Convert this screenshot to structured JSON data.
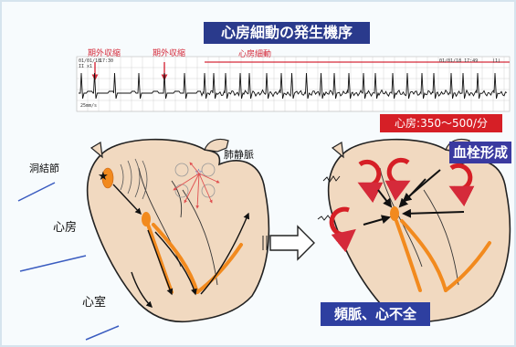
{
  "title": "心房細動の発生機序",
  "ecg": {
    "label_ext1": "期外収縮",
    "label_ext2": "期外収縮",
    "label_af": "心房細動",
    "timestamp_left_date": "01/01/18",
    "timestamp_left_time": "17:30",
    "lead": "II x1",
    "timestamp_right": "01/01/18  17:49",
    "page": "(1)",
    "speed": "25mm/s",
    "colors": {
      "label": "#d52a3a",
      "trace": "#111111",
      "grid": "#b8b8b8"
    }
  },
  "normal_heart": {
    "label_sa_node": "洞結節",
    "label_pv": "肺静脈",
    "label_atrium": "心房",
    "label_ventricle": "心室"
  },
  "af_heart": {
    "rate": "心房:350〜500/分",
    "clot": "血栓形成",
    "outcome": "頻脈、心不全"
  },
  "icons": {
    "arrow": "hollow-right-arrow-icon",
    "star": "sa-node-star-icon"
  },
  "colors": {
    "title_bg": "#2a3a8c",
    "heart_fill": "#f1d9c0",
    "conduction": "#f28a1e",
    "rate_bg": "#d61f26",
    "label_blue": "#2e3fa0"
  }
}
